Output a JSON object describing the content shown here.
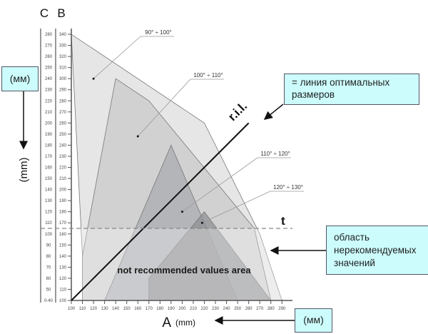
{
  "chart_data": {
    "type": "area",
    "title": "",
    "xlabel": "A",
    "xunit": "(mm)",
    "ylabel": "(mm)",
    "axis_b_label": "B",
    "axis_c_label": "C",
    "xlim": [
      100,
      290
    ],
    "ylim": [
      100,
      340
    ],
    "x_ticks": [
      100,
      110,
      120,
      130,
      140,
      150,
      160,
      170,
      180,
      190,
      200,
      210,
      220,
      230,
      240,
      250,
      260,
      270,
      280,
      290
    ],
    "b_ticks": [
      100,
      110,
      120,
      130,
      140,
      150,
      160,
      170,
      180,
      190,
      200,
      210,
      220,
      230,
      240,
      250,
      260,
      270,
      280,
      290,
      300,
      310,
      320,
      330,
      340
    ],
    "c_ticks": [
      {
        "b": 100,
        "label": "0-40"
      },
      {
        "b": 110,
        "label": "50"
      },
      {
        "b": 120,
        "label": "60"
      },
      {
        "b": 130,
        "label": "70"
      },
      {
        "b": 140,
        "label": "80"
      },
      {
        "b": 150,
        "label": "90"
      },
      {
        "b": 160,
        "label": "100"
      },
      {
        "b": 170,
        "label": "110"
      },
      {
        "b": 180,
        "label": "120"
      },
      {
        "b": 190,
        "label": "130"
      },
      {
        "b": 200,
        "label": "140"
      },
      {
        "b": 210,
        "label": "150"
      },
      {
        "b": 220,
        "label": "160"
      },
      {
        "b": 230,
        "label": "170"
      },
      {
        "b": 240,
        "label": "180"
      },
      {
        "b": 250,
        "label": "190"
      },
      {
        "b": 260,
        "label": "200"
      },
      {
        "b": 270,
        "label": "210"
      },
      {
        "b": 280,
        "label": "220"
      },
      {
        "b": 290,
        "label": "230"
      },
      {
        "b": 300,
        "label": "240"
      },
      {
        "b": 310,
        "label": "250"
      },
      {
        "b": 320,
        "label": "260"
      },
      {
        "b": 330,
        "label": "270"
      },
      {
        "b": 340,
        "label": "280"
      }
    ],
    "series": [
      {
        "name": "90° ÷ 100°",
        "points": [
          [
            100,
            340
          ],
          [
            220,
            260
          ],
          [
            270,
            160
          ],
          [
            290,
            100
          ],
          [
            110,
            100
          ],
          [
            110,
            140
          ]
        ],
        "marker": [
          120,
          300
        ],
        "fill": "#dedede"
      },
      {
        "name": "100° ÷ 110°",
        "points": [
          [
            140,
            300
          ],
          [
            170,
            280
          ],
          [
            265,
            165
          ],
          [
            280,
            100
          ],
          [
            110,
            100
          ],
          [
            110,
            140
          ]
        ],
        "marker": [
          160,
          248
        ],
        "fill": "#c9c9cb"
      },
      {
        "name": "110° ÷ 120°",
        "points": [
          [
            190,
            240
          ],
          [
            250,
            100
          ],
          [
            130,
            100
          ]
        ],
        "marker": [
          200,
          180
        ],
        "fill": "#a9abb0"
      },
      {
        "name": "120° ÷ 130°",
        "points": [
          [
            220,
            180
          ],
          [
            280,
            100
          ],
          [
            170,
            100
          ],
          [
            170,
            120
          ]
        ],
        "marker": [
          218,
          170
        ],
        "fill": "#8f9094"
      }
    ],
    "ril_line": {
      "label": "r.i.l.",
      "from": [
        100,
        100
      ],
      "to": [
        260,
        260
      ]
    },
    "threshold": {
      "label": "t",
      "b": 165
    },
    "region_label": "not recommended values area"
  },
  "callouts": {
    "optimal_line": "= линия оптимальных размеров",
    "not_recommended": "область нерекомендуемых значений",
    "mm_x": "(мм)",
    "mm_y": "(мм)"
  }
}
